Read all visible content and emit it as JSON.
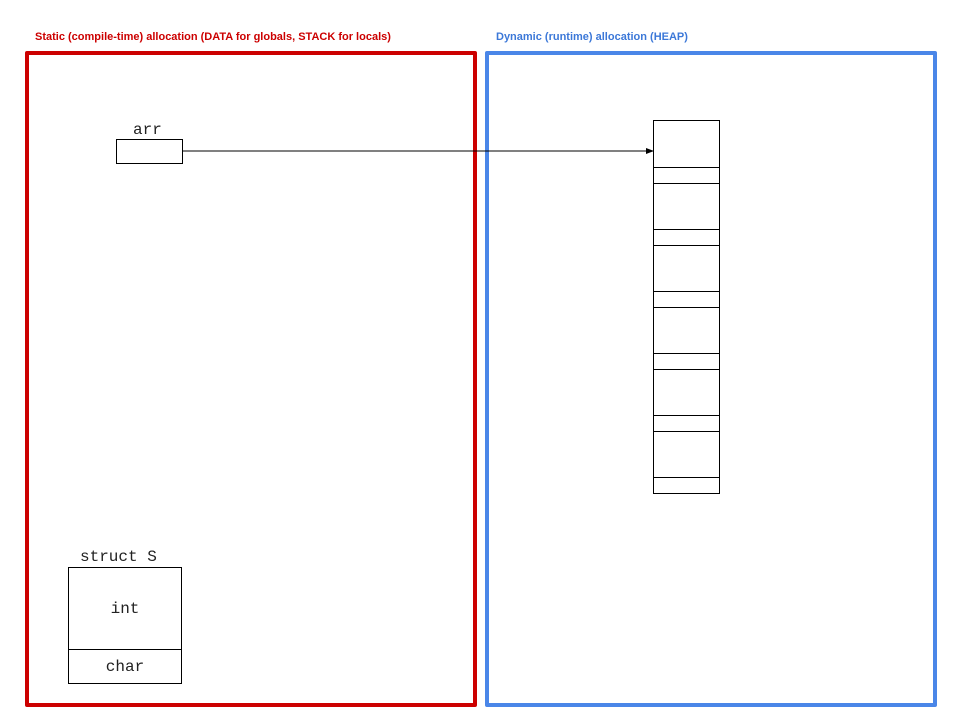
{
  "static_region": {
    "title": "Static (compile-time) allocation (DATA for globals, STACK for locals)",
    "border_color": "#cc0000"
  },
  "dynamic_region": {
    "title": "Dynamic (runtime) allocation (HEAP)",
    "border_color": "#4a86e8"
  },
  "arr": {
    "label": "arr"
  },
  "struct_s": {
    "label": "struct S",
    "fields": [
      "int",
      "char"
    ]
  },
  "heap": {
    "elements": 6
  }
}
